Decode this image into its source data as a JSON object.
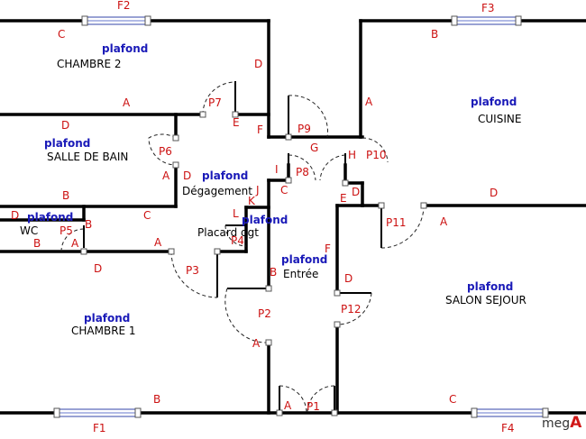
{
  "rooms": {
    "chambre2": "CHAMBRE 2",
    "salle_de_bain": "SALLE DE BAIN",
    "wc": "WC",
    "chambre1": "CHAMBRE 1",
    "degagement": "Dégagement",
    "placard": "Placard dgt",
    "entree": "Entrée",
    "cuisine": "CUISINE",
    "salon": "SALON SEJOUR"
  },
  "ceiling_label": "plafond",
  "windows": {
    "f1": "F1",
    "f2": "F2",
    "f3": "F3",
    "f4": "F4"
  },
  "doors": {
    "p1": "P1",
    "p2": "P2",
    "p3": "P3",
    "p4": "P4",
    "p5": "P5",
    "p6": "P6",
    "p7": "P7",
    "p8": "P8",
    "p9": "P9",
    "p10": "P10",
    "p11": "P11",
    "p12": "P12"
  },
  "walls": {
    "a": "A",
    "b": "B",
    "c": "C",
    "d": "D",
    "e": "E",
    "f": "F",
    "g": "G",
    "h": "H",
    "i": "I",
    "j": "J",
    "k": "K",
    "l": "L"
  },
  "brand": {
    "prefix": "meg",
    "accent": "A"
  },
  "colors": {
    "room": "#000000",
    "ceiling": "#1a1ab8",
    "wall_label": "#cc1111",
    "wall": "#000000",
    "window": "#3344aa"
  }
}
